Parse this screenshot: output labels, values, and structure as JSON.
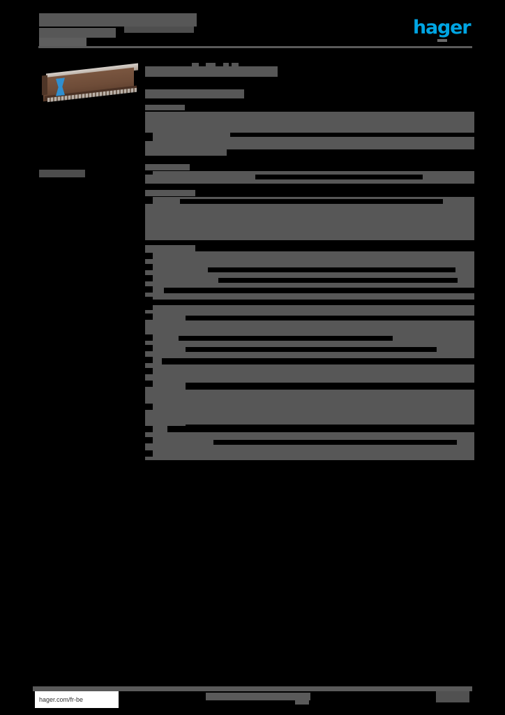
{
  "document": {
    "background_color": "#000000",
    "redaction_color": "#575757",
    "page_size": "724x1024",
    "title_redacted": "",
    "subtitle_redacted": "",
    "reference_redacted": ""
  },
  "brand": {
    "logo_text": "hager",
    "logo_color": "#00a5e3"
  },
  "product_image": {
    "name": "cable-trunking-photo",
    "body_color": "#6e4c38",
    "top_color": "#c4bcb4",
    "clip_color": "#2f8fd0",
    "alt_redacted": ""
  },
  "left_column": {
    "label_redacted": ""
  },
  "content": {
    "heading_redacted": "",
    "subheading_redacted": "",
    "panels": [
      {
        "name": "spec-panel-1",
        "label_redacted": "",
        "rows_redacted": [
          "",
          "",
          "",
          ""
        ]
      },
      {
        "name": "spec-panel-2",
        "label_redacted": "",
        "rows_redacted": [
          "",
          ""
        ]
      },
      {
        "name": "spec-panel-3",
        "label_redacted": "",
        "rows_redacted": [
          "",
          "",
          "",
          "",
          ""
        ]
      },
      {
        "name": "spec-panel-4",
        "label_redacted": "",
        "rows_redacted": [
          "",
          "",
          "",
          "",
          "",
          ""
        ]
      },
      {
        "name": "spec-panel-5",
        "label_redacted": "",
        "rows_redacted": [
          "",
          "",
          "",
          "",
          ""
        ]
      }
    ]
  },
  "footer": {
    "url": "hager.com/fr-be",
    "center_redacted": "",
    "page_number_redacted": ""
  }
}
